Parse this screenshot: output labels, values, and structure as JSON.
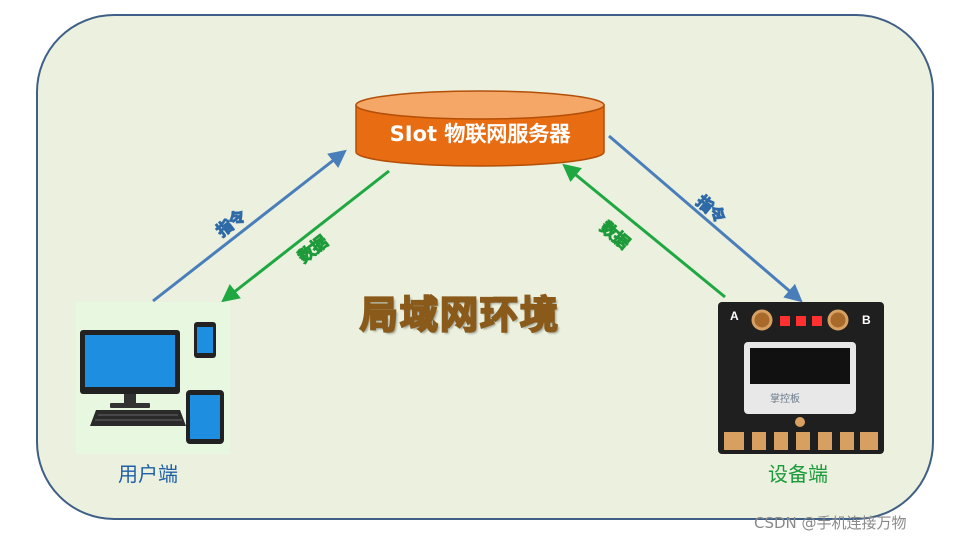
{
  "server": {
    "label": "SIot  物联网服务器"
  },
  "center_title": "局域网环境",
  "user": {
    "label": "用户端"
  },
  "device": {
    "label": "设备端"
  },
  "arrows": {
    "user_to_server": "指令",
    "server_to_user": "数据",
    "device_to_server": "数据",
    "server_to_device": "指令"
  },
  "board": {
    "left_key": "A",
    "right_key": "B",
    "brand": "掌控板"
  },
  "watermark": "CSDN @手机连接万物",
  "colors": {
    "frame_bg": "#ebf1de",
    "frame_border": "#3f5f86",
    "server_orange": "#e86c12",
    "command_blue": "#4a7ebb",
    "data_green": "#1fa842"
  },
  "icons": [
    "desktop-monitor-icon",
    "keyboard-icon",
    "phone-icon",
    "tablet-icon",
    "controller-board-icon"
  ]
}
